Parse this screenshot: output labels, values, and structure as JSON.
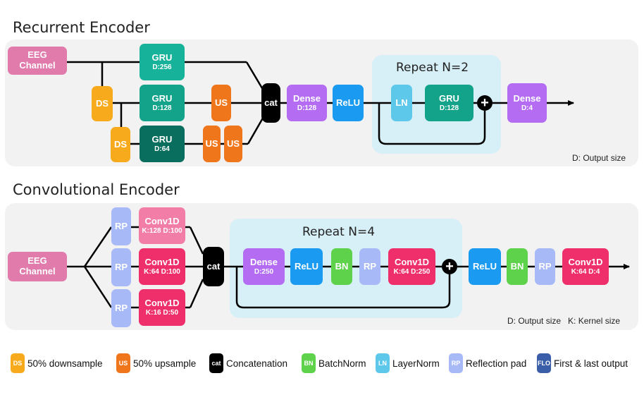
{
  "recurrent": {
    "title": "Recurrent Encoder",
    "input": {
      "l1": "EEG",
      "l2": "Channel"
    },
    "gru1": {
      "l1": "GRU",
      "l2": "D:256"
    },
    "gru2": {
      "l1": "GRU",
      "l2": "D:128"
    },
    "gru3": {
      "l1": "GRU",
      "l2": "D:64"
    },
    "ds": "DS",
    "us": "US",
    "cat": "cat",
    "dense1": {
      "l1": "Dense",
      "l2": "D:128"
    },
    "relu": "ReLU",
    "repeat_title": "Repeat N=2",
    "ln": "LN",
    "gru_rep": {
      "l1": "GRU",
      "l2": "D:128"
    },
    "plus": "+",
    "dense2": {
      "l1": "Dense",
      "l2": "D:4"
    },
    "note": "D: Output size"
  },
  "convolutional": {
    "title": "Convolutional Encoder",
    "input": {
      "l1": "EEG",
      "l2": "Channel"
    },
    "rp": "RP",
    "conv1": {
      "l1": "Conv1D",
      "l2": "K:128 D:100"
    },
    "conv2": {
      "l1": "Conv1D",
      "l2": "K:64 D:100"
    },
    "conv3": {
      "l1": "Conv1D",
      "l2": "K:16 D:50"
    },
    "cat": "cat",
    "repeat_title": "Repeat N=4",
    "dense": {
      "l1": "Dense",
      "l2": "D:250"
    },
    "relu": "ReLU",
    "bn": "BN",
    "conv_rep": {
      "l1": "Conv1D",
      "l2": "K:64 D:250"
    },
    "plus": "+",
    "conv_out": {
      "l1": "Conv1D",
      "l2": "K:64 D:4"
    },
    "note": "D: Output size   K: Kernel size"
  },
  "legend": [
    {
      "abbr": "DS",
      "label": "50% downsample",
      "color": "#f7ab1c"
    },
    {
      "abbr": "US",
      "label": "50% upsample",
      "color": "#f0761b"
    },
    {
      "abbr": "cat",
      "label": "Concatenation",
      "color": "#000000"
    },
    {
      "abbr": "BN",
      "label": "BatchNorm",
      "color": "#5ed24b"
    },
    {
      "abbr": "LN",
      "label": "LayerNorm",
      "color": "#5ec8eb"
    },
    {
      "abbr": "RP",
      "label": "Reflection pad",
      "color": "#a7b9f6"
    },
    {
      "abbr": "FLO",
      "label": "First & last output",
      "color": "#3b5ea8"
    }
  ]
}
